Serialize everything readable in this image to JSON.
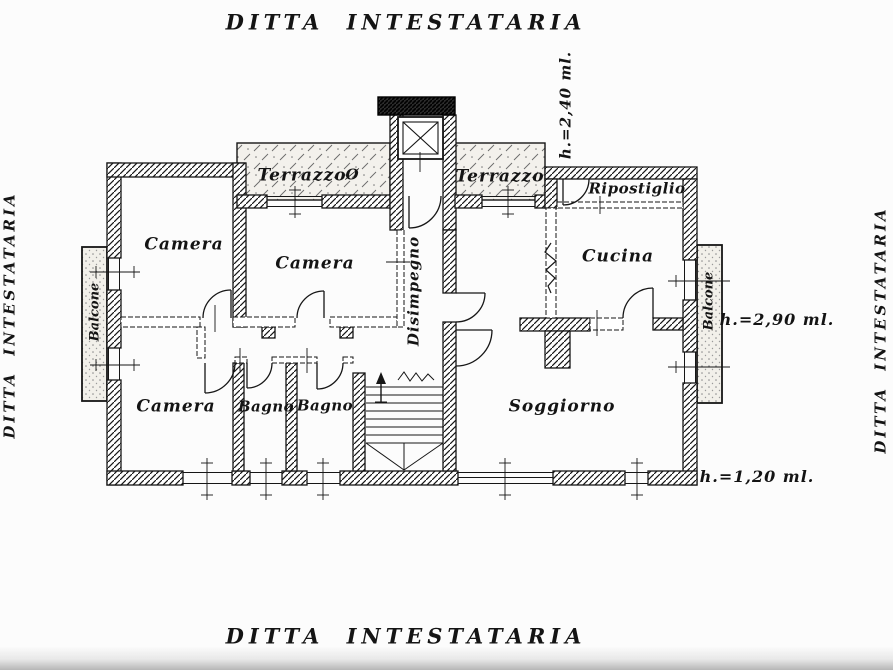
{
  "colors": {
    "ink": "#141414",
    "paper": "#fcfcfc"
  },
  "titles": {
    "top": "DITTA INTESTATARIA",
    "bottom": "DITTA INTESTATARIA",
    "left": "DITTA INTESTATARIA",
    "right": "DITTA INTESTATARIA"
  },
  "rooms": [
    {
      "id": "camera-nw",
      "label": "Camera"
    },
    {
      "id": "camera-n",
      "label": "Camera"
    },
    {
      "id": "camera-sw",
      "label": "Camera"
    },
    {
      "id": "bagno-1",
      "label": "Bagno"
    },
    {
      "id": "bagno-2",
      "label": "Bagno"
    },
    {
      "id": "disimpegno",
      "label": "Disimpegno"
    },
    {
      "id": "soggiorno",
      "label": "Soggiorno"
    },
    {
      "id": "cucina",
      "label": "Cucina"
    },
    {
      "id": "ripostiglio",
      "label": "Ripostiglio"
    },
    {
      "id": "terrazzo-left",
      "label": "Terrazzo"
    },
    {
      "id": "terrazzo-right",
      "label": "Terrazzo"
    },
    {
      "id": "balcone-left",
      "label": "Balcone"
    },
    {
      "id": "balcone-right",
      "label": "Balcone"
    }
  ],
  "annotations": [
    {
      "id": "height-terrace",
      "label": "h.=2,40 ml."
    },
    {
      "id": "height-balcony",
      "label": "h.=2,90 ml."
    },
    {
      "id": "height-parapet",
      "label": "h.=1,20 ml."
    }
  ],
  "symbols": {
    "terrace_mark": "Ø"
  }
}
